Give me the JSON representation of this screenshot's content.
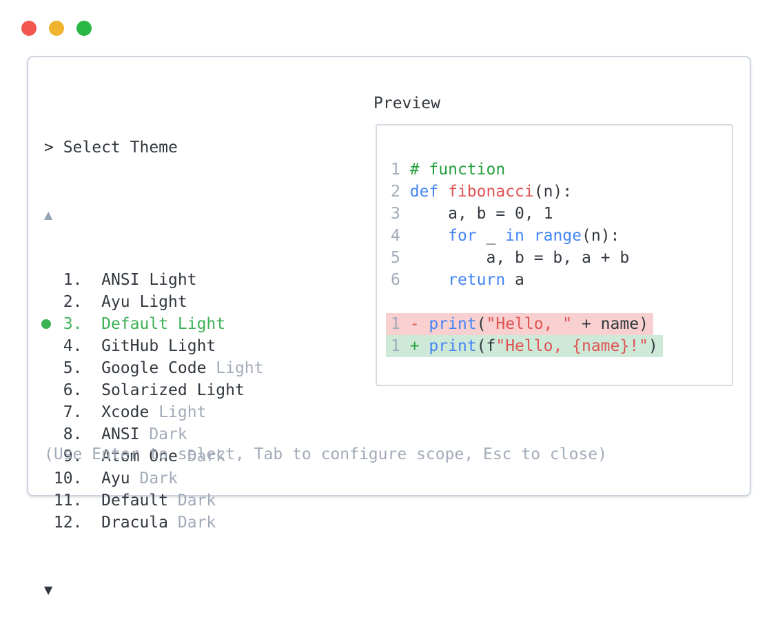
{
  "window": {
    "controls": [
      {
        "name": "close",
        "color": "#f1574f"
      },
      {
        "name": "minimize",
        "color": "#f0b42e"
      },
      {
        "name": "zoom",
        "color": "#2ab845"
      }
    ]
  },
  "palette": {
    "text_dark": "#32383f",
    "text_dim": "#a2abb9",
    "selection_green": "#3cb155",
    "comment_green": "#26a03e",
    "keyword_blue": "#4285f4",
    "token_red": "#e05353",
    "diff_removed_bg": "#f8d0d0",
    "diff_added_bg": "#cfe9d9",
    "panel_border": "#cdd3de",
    "preview_border": "#d5dae2",
    "scroll_up_gray": "#97a3b6"
  },
  "theme_picker": {
    "prompt": "> Select Theme",
    "scroll_up_icon": "▲",
    "scroll_down_icon": "▼",
    "items": [
      {
        "num": "1",
        "name": "ANSI",
        "variant": "Light",
        "variant_dim": false,
        "selected": false
      },
      {
        "num": "2",
        "name": "Ayu",
        "variant": "Light",
        "variant_dim": false,
        "selected": false
      },
      {
        "num": "3",
        "name": "Default",
        "variant": "Light",
        "variant_dim": false,
        "selected": true
      },
      {
        "num": "4",
        "name": "GitHub",
        "variant": "Light",
        "variant_dim": false,
        "selected": false
      },
      {
        "num": "5",
        "name": "Google Code",
        "variant": "Light",
        "variant_dim": true,
        "selected": false
      },
      {
        "num": "6",
        "name": "Solarized",
        "variant": "Light",
        "variant_dim": false,
        "selected": false
      },
      {
        "num": "7",
        "name": "Xcode",
        "variant": "Light",
        "variant_dim": true,
        "selected": false
      },
      {
        "num": "8",
        "name": "ANSI",
        "variant": "Dark",
        "variant_dim": true,
        "selected": false
      },
      {
        "num": "9",
        "name": "Atom One",
        "variant": "Dark",
        "variant_dim": true,
        "selected": false
      },
      {
        "num": "10",
        "name": "Ayu",
        "variant": "Dark",
        "variant_dim": true,
        "selected": false
      },
      {
        "num": "11",
        "name": "Default",
        "variant": "Dark",
        "variant_dim": true,
        "selected": false
      },
      {
        "num": "12",
        "name": "Dracula",
        "variant": "Dark",
        "variant_dim": true,
        "selected": false
      }
    ],
    "hint": "(Use Enter to select, Tab to configure scope, Esc to close)"
  },
  "preview": {
    "title": "Preview",
    "code_lines": [
      {
        "num": "1",
        "diff": "",
        "tokens": [
          [
            "com",
            "# function"
          ]
        ]
      },
      {
        "num": "2",
        "diff": "",
        "tokens": [
          [
            "kw",
            "def"
          ],
          [
            "plain",
            " "
          ],
          [
            "fn",
            "fibonacci"
          ],
          [
            "plain",
            "(n):"
          ]
        ]
      },
      {
        "num": "3",
        "diff": "",
        "tokens": [
          [
            "plain",
            "    a, b = 0, 1"
          ]
        ]
      },
      {
        "num": "4",
        "diff": "",
        "tokens": [
          [
            "plain",
            "    "
          ],
          [
            "kw",
            "for"
          ],
          [
            "plain",
            " _ "
          ],
          [
            "kw",
            "in"
          ],
          [
            "plain",
            " "
          ],
          [
            "kw",
            "range"
          ],
          [
            "plain",
            "(n):"
          ]
        ]
      },
      {
        "num": "5",
        "diff": "",
        "tokens": [
          [
            "plain",
            "        a, b = b, a + b"
          ]
        ]
      },
      {
        "num": "6",
        "diff": "",
        "tokens": [
          [
            "plain",
            "    "
          ],
          [
            "kw",
            "return"
          ],
          [
            "plain",
            " a"
          ]
        ]
      },
      {
        "num": "",
        "diff": "",
        "tokens": []
      },
      {
        "num": "1",
        "diff": "removed",
        "tokens": [
          [
            "minus",
            "- "
          ],
          [
            "kw",
            "print"
          ],
          [
            "plain",
            "("
          ],
          [
            "str",
            "\"Hello, \""
          ],
          [
            "plain",
            " + name)"
          ]
        ]
      },
      {
        "num": "1",
        "diff": "added",
        "tokens": [
          [
            "plus",
            "+ "
          ],
          [
            "kw",
            "print"
          ],
          [
            "plain",
            "(f"
          ],
          [
            "str",
            "\"Hello, {name}!\""
          ],
          [
            "plain",
            ")"
          ]
        ]
      }
    ]
  }
}
